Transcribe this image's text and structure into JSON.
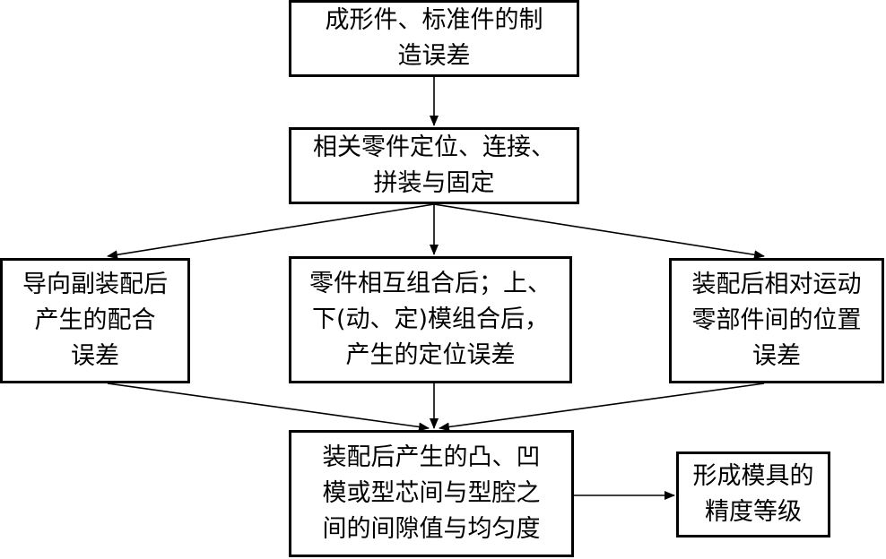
{
  "diagram": {
    "nodes": {
      "manufacturing_error": {
        "lines": [
          "成形件、标准件的制",
          "造误差"
        ]
      },
      "positioning_assembly": {
        "lines": [
          "相关零件定位、连接、",
          "拼装与固定"
        ]
      },
      "guide_fit_error": {
        "lines": [
          "导向副装配后",
          "产生的配合",
          "误差"
        ]
      },
      "combination_error": {
        "lines": [
          "零件相互组合后；上、",
          "下(动、定)模组合后，",
          "产生的定位误差"
        ]
      },
      "moving_parts_error": {
        "lines": [
          "装配后相对运动",
          "零部件间的位置",
          "误差"
        ]
      },
      "clearance_uniformity": {
        "lines": [
          "装配后产生的凸、凹",
          "模或型芯间与型腔之",
          "间的间隙值与均匀度"
        ]
      },
      "precision_grade": {
        "lines": [
          "形成模具的",
          "精度等级"
        ]
      }
    },
    "edges": [
      {
        "from": "manufacturing_error",
        "to": "positioning_assembly"
      },
      {
        "from": "positioning_assembly",
        "to": "guide_fit_error"
      },
      {
        "from": "positioning_assembly",
        "to": "combination_error"
      },
      {
        "from": "positioning_assembly",
        "to": "moving_parts_error"
      },
      {
        "from": "guide_fit_error",
        "to": "clearance_uniformity"
      },
      {
        "from": "combination_error",
        "to": "clearance_uniformity"
      },
      {
        "from": "moving_parts_error",
        "to": "clearance_uniformity"
      },
      {
        "from": "clearance_uniformity",
        "to": "precision_grade"
      }
    ]
  }
}
